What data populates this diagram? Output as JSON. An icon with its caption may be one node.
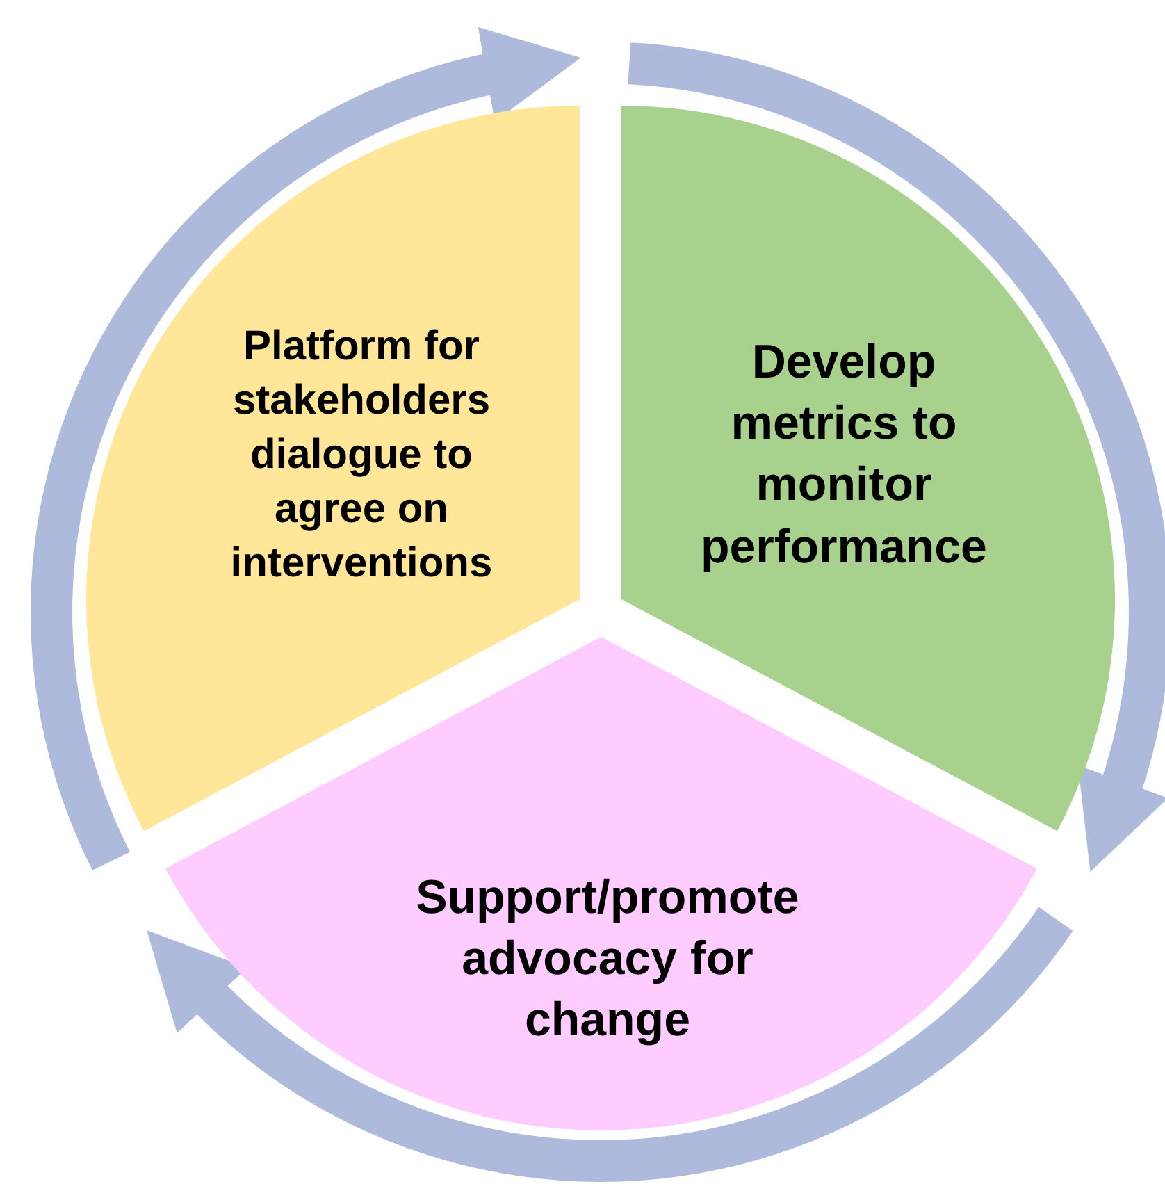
{
  "diagram": {
    "nodes": [
      {
        "text": [
          "Platform for stakeholders dialogue to agree on interventions"
        ]
      },
      {
        "text": [
          "Develop metrics to monitor performance"
        ]
      },
      {
        "text": [
          "Support/promote advocacy for change"
        ]
      }
    ]
  }
}
